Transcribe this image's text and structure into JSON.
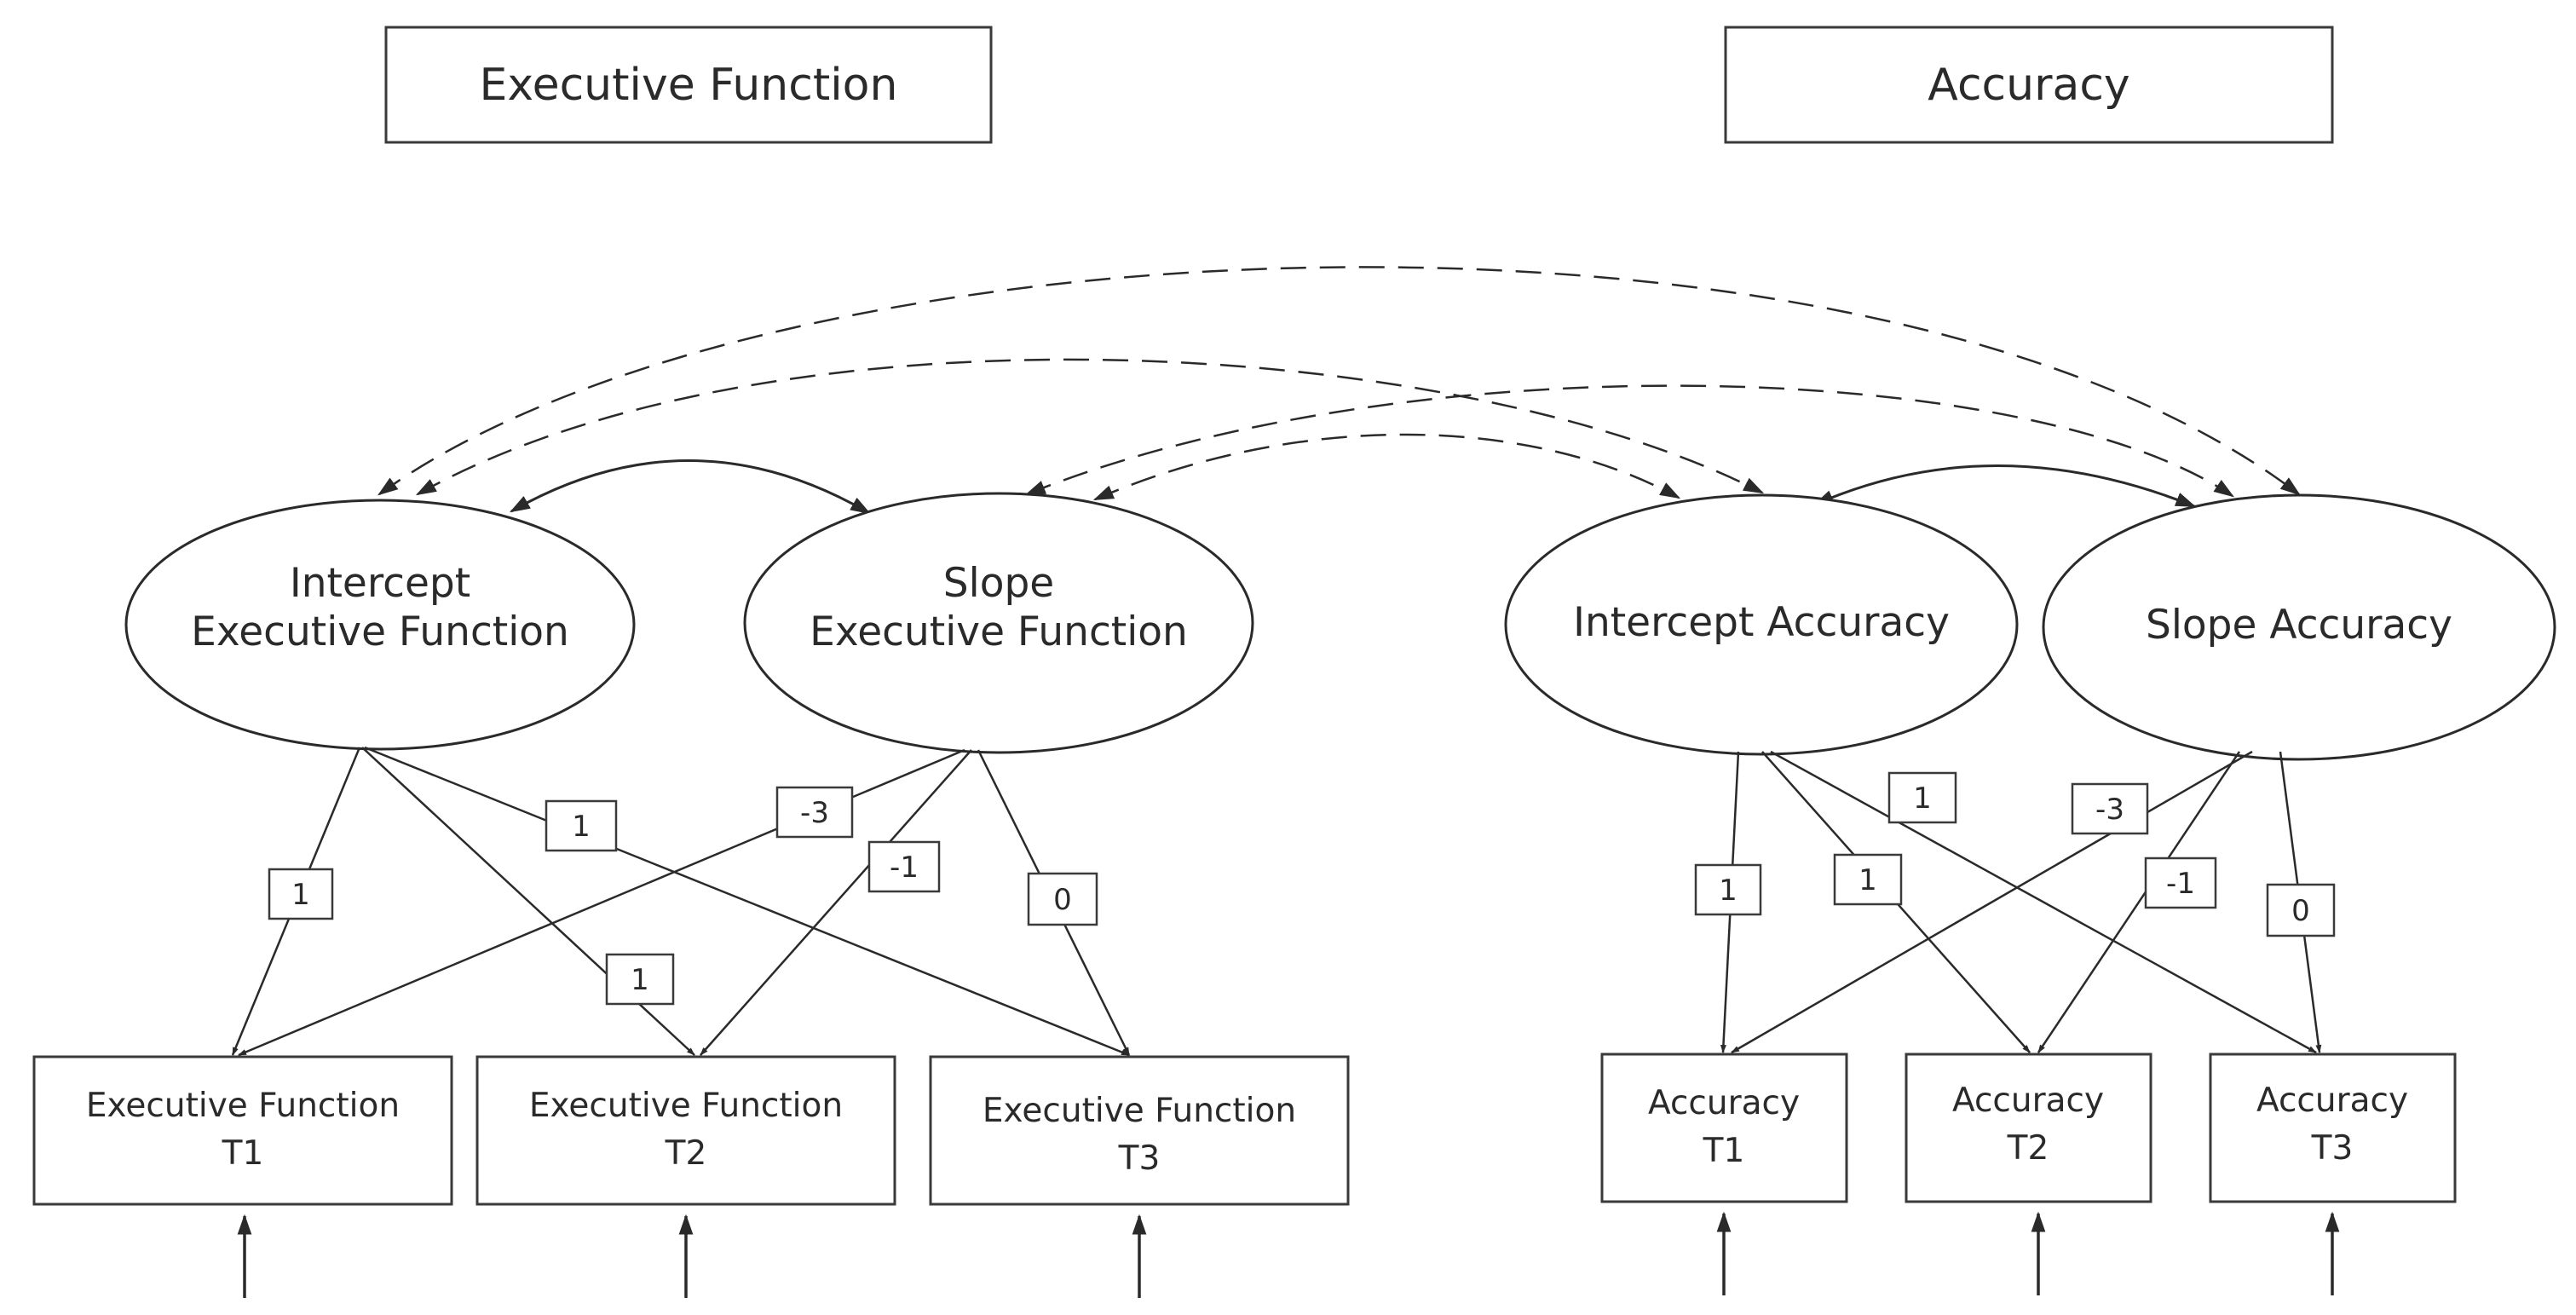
{
  "headers": {
    "executive_function": "Executive Function",
    "accuracy": "Accuracy"
  },
  "latents": {
    "intercept_ef": {
      "line1": "Intercept",
      "line2": "Executive Function"
    },
    "slope_ef": {
      "line1": "Slope",
      "line2": "Executive Function"
    },
    "intercept_acc": {
      "label": "Intercept Accuracy"
    },
    "slope_acc": {
      "label": "Slope Accuracy"
    }
  },
  "observed": {
    "ef_t1": {
      "line1": "Executive Function",
      "line2": "T1"
    },
    "ef_t2": {
      "line1": "Executive Function",
      "line2": "T2"
    },
    "ef_t3": {
      "line1": "Executive Function",
      "line2": "T3"
    },
    "acc_t1": {
      "line1": "Accuracy",
      "line2": "T1"
    },
    "acc_t2": {
      "line1": "Accuracy",
      "line2": "T2"
    },
    "acc_t3": {
      "line1": "Accuracy",
      "line2": "T3"
    }
  },
  "loadings": {
    "ef_intercept_t1": "1",
    "ef_intercept_t2": "1",
    "ef_intercept_t3": "1",
    "ef_slope_t1": "-3",
    "ef_slope_t2": "-1",
    "ef_slope_t3": "0",
    "acc_intercept_t1": "1",
    "acc_intercept_t2": "1",
    "acc_intercept_t3": "1",
    "acc_slope_t1": "-3",
    "acc_slope_t2": "-1",
    "acc_slope_t3": "0"
  }
}
